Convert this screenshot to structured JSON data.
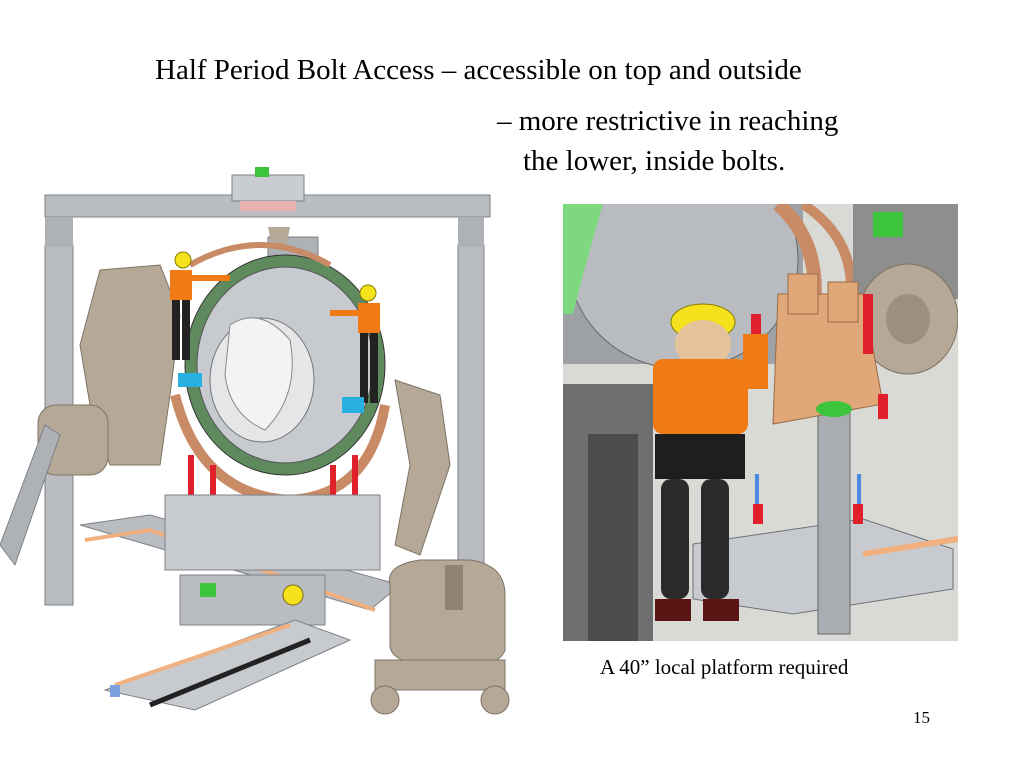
{
  "slide": {
    "title_line1": "Half Period Bolt Access – accessible on top and outside",
    "title_line2": "– more restrictive in reaching",
    "title_line3": "the lower, inside bolts.",
    "caption": "A 40” local platform required",
    "page_number": "15"
  },
  "figures": {
    "left": {
      "icon": "machine-assembly-render-with-workers"
    },
    "right": {
      "icon": "worker-on-platform-closeup-render"
    }
  },
  "colors": {
    "frame_gray": "#b9bcc0",
    "tan": "#b5a896",
    "copper": "#c98a66",
    "worker_orange": "#f07a14",
    "helmet_yellow": "#f5e21c",
    "bolt_red": "#e0202a",
    "green": "#3cc43c"
  }
}
